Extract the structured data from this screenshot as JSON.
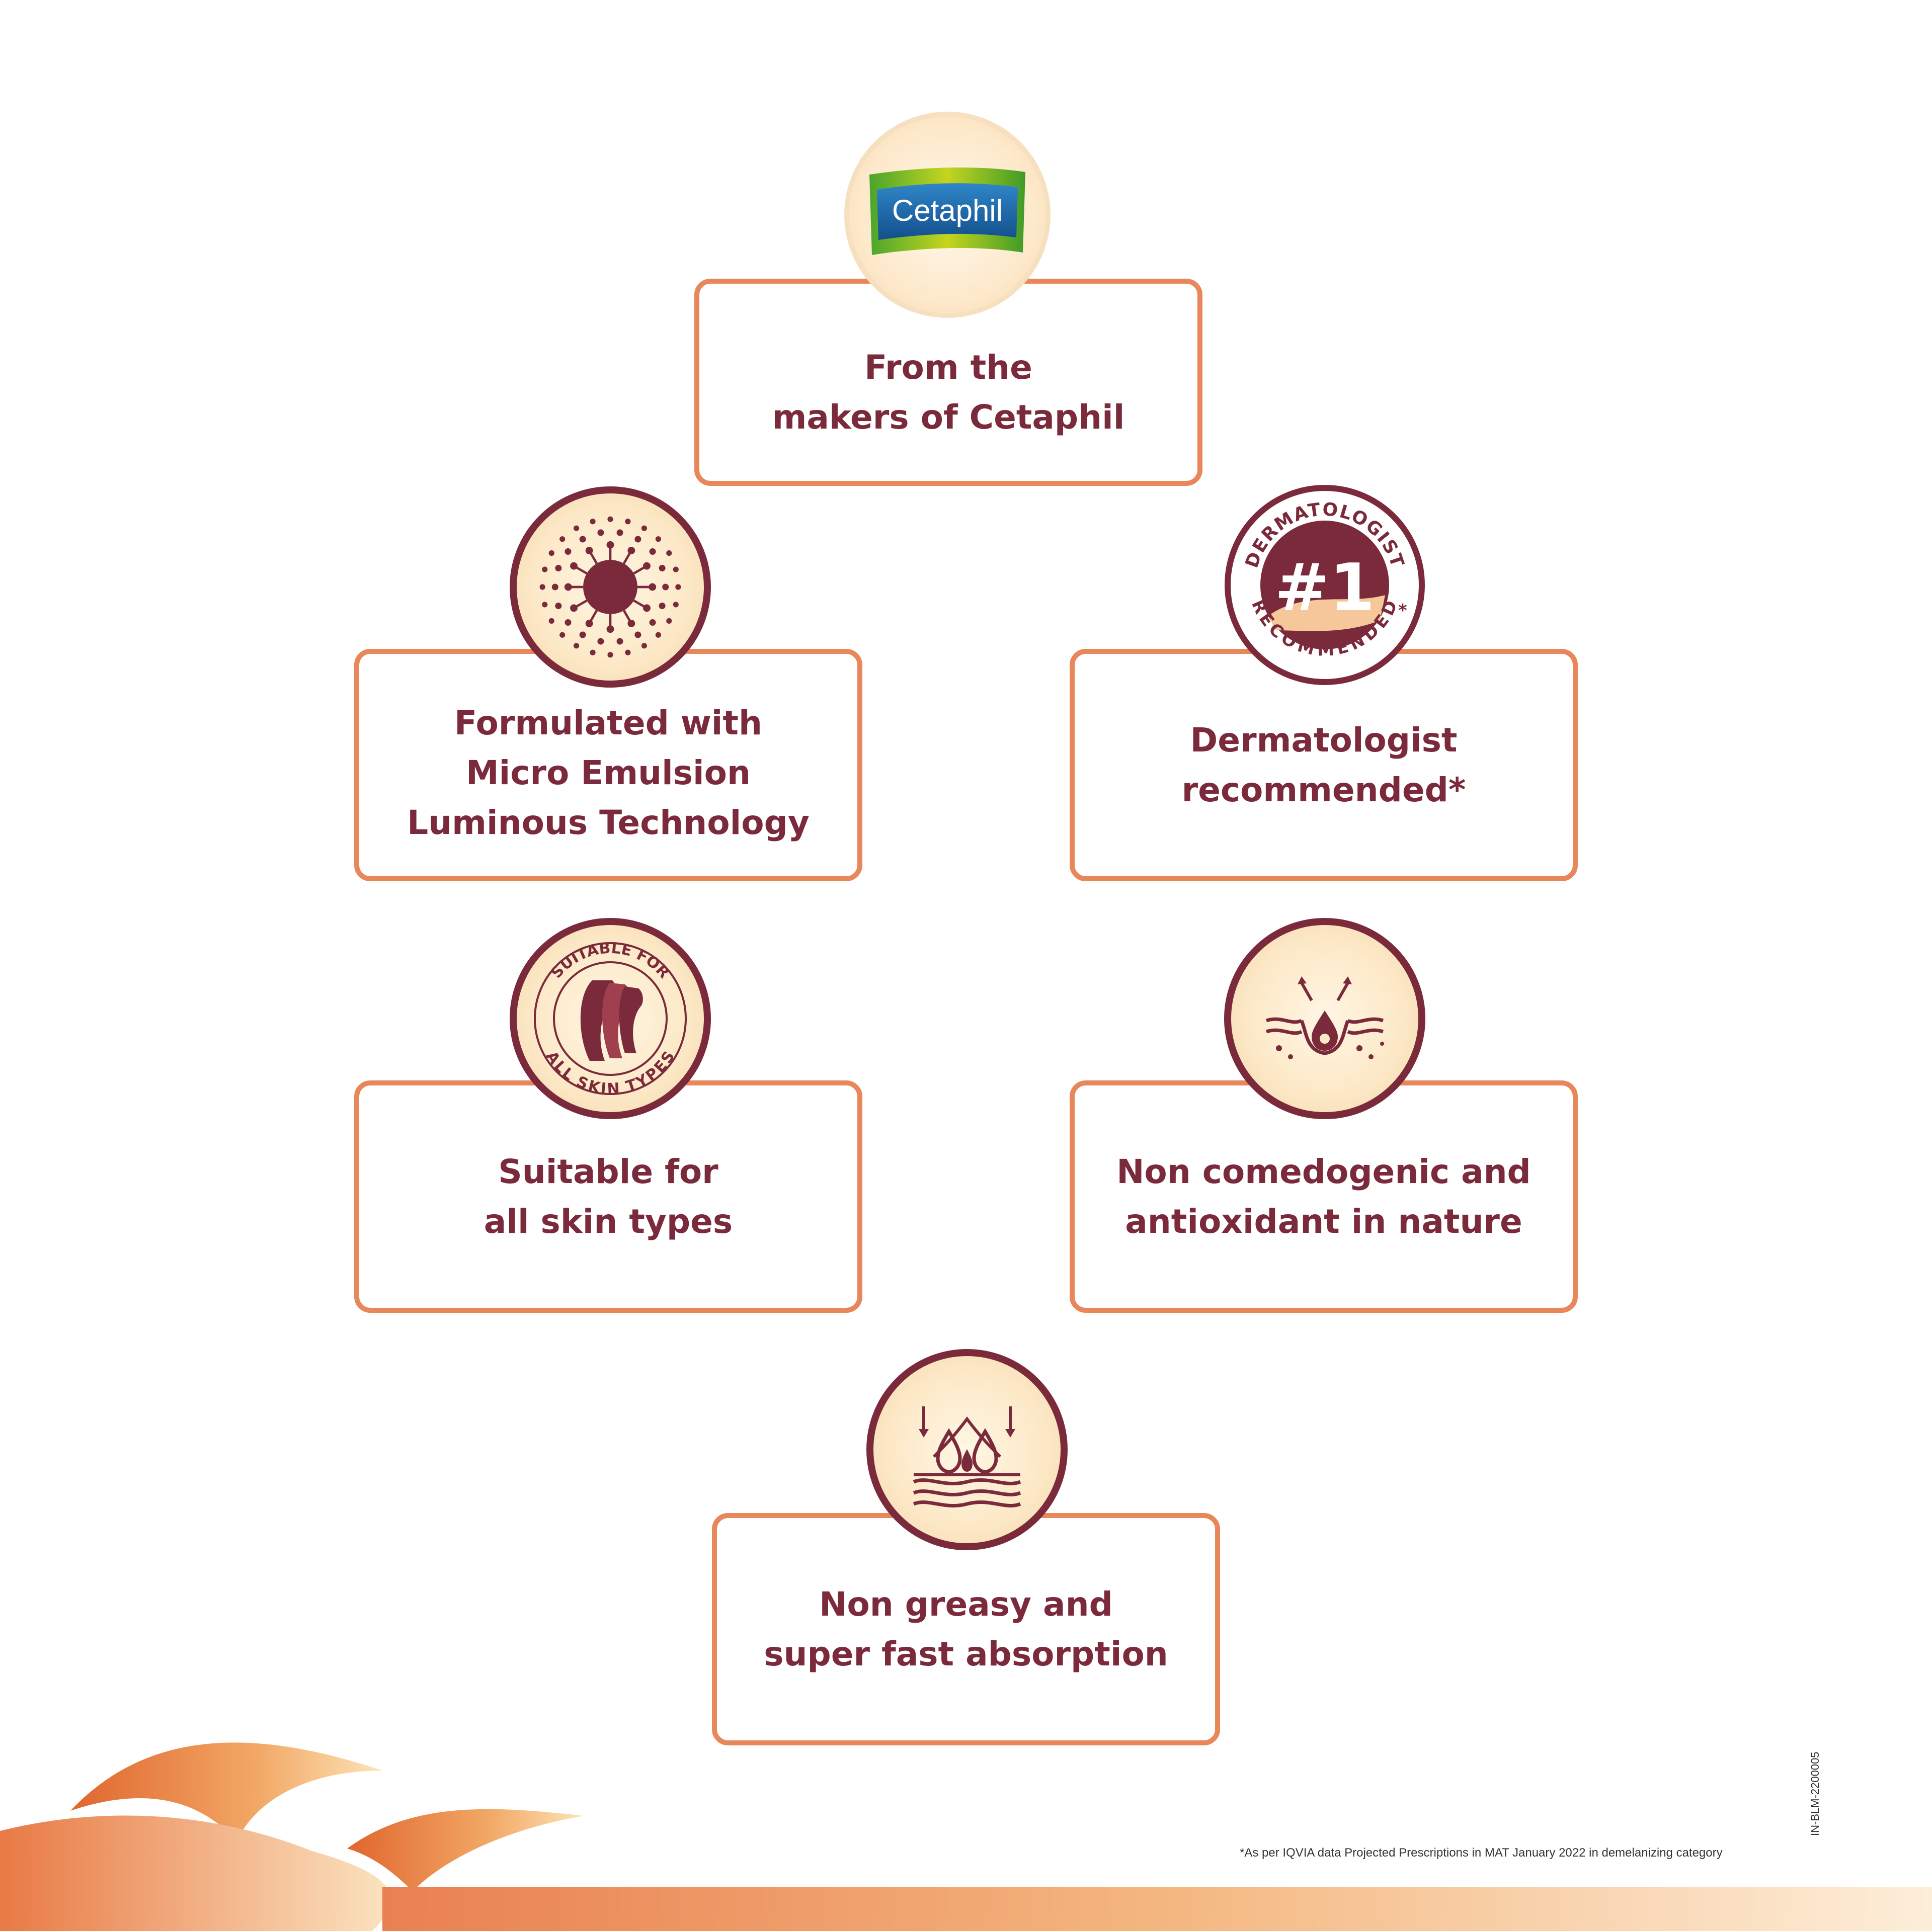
{
  "colors": {
    "border": "#e8875a",
    "text": "#7a2a3a",
    "badge_maroon": "#7a2a3a",
    "badge_fill": "#fce8c6"
  },
  "logo": {
    "text": "Cetaphil",
    "icon": "cetaphil-logo"
  },
  "features": [
    {
      "id": "makers",
      "icon": "cetaphil-logo-badge",
      "text": "From the\nmakers of Cetaphil"
    },
    {
      "id": "micro-emulsion",
      "icon": "micro-emulsion-icon",
      "text": "Formulated with\nMicro Emulsion\nLuminous Technology"
    },
    {
      "id": "dermatologist",
      "icon": "dermatologist-recommended-icon",
      "text": "Dermatologist\nrecommended*"
    },
    {
      "id": "skin-types",
      "icon": "all-skin-types-icon",
      "text": "Suitable for\nall skin types"
    },
    {
      "id": "non-comedogenic",
      "icon": "pore-drop-icon",
      "text": "Non comedogenic and\nantioxidant in nature"
    },
    {
      "id": "non-greasy",
      "icon": "absorption-icon",
      "text": "Non greasy and\nsuper fast absorption"
    }
  ],
  "badge_texts": {
    "derm_top": "DERMATOLOGIST",
    "derm_bottom": "RECOMMENDED",
    "derm_star": "*",
    "derm_number": "#1",
    "skin_top": "SUITABLE FOR",
    "skin_bottom": "ALL SKIN TYPES"
  },
  "footnote": "*As per IQVIA data Projected Prescriptions in MAT January 2022 in demelanizing category",
  "code": "IN-BLM-2200005"
}
